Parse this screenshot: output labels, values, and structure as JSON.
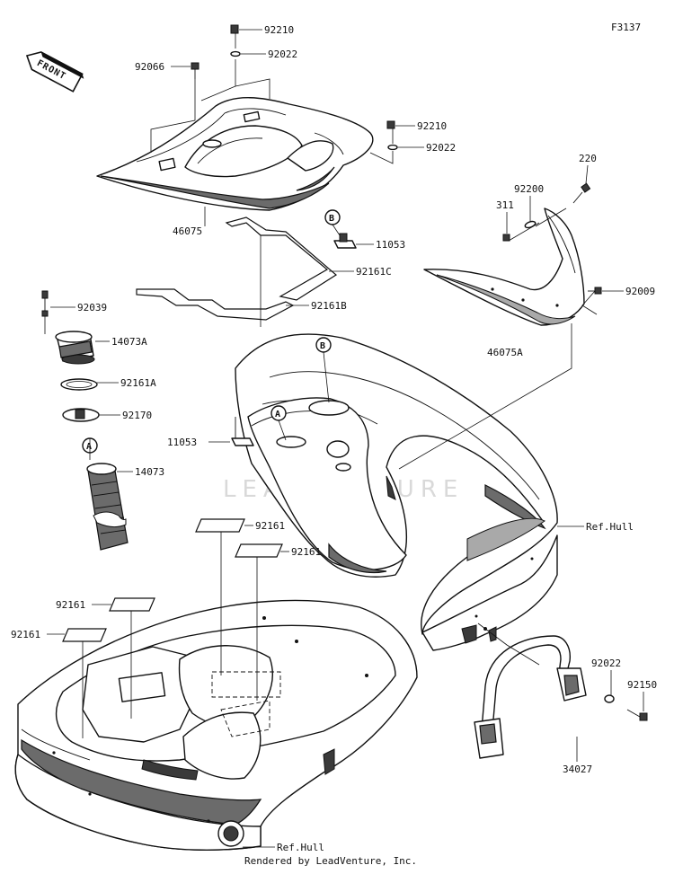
{
  "diagram_code": "F3137",
  "front_label": "FRONT",
  "watermark": "LEADVENTURE",
  "footer": "Rendered by LeadVenture, Inc.",
  "callouts": [
    "A",
    "B"
  ],
  "parts": [
    {
      "id": "p-92210-top",
      "number": "92210"
    },
    {
      "id": "p-92022-top",
      "number": "92022"
    },
    {
      "id": "p-92066",
      "number": "92066"
    },
    {
      "id": "p-92210-mid",
      "number": "92210"
    },
    {
      "id": "p-92022-mid",
      "number": "92022"
    },
    {
      "id": "p-46075",
      "number": "46075"
    },
    {
      "id": "p-11053-top",
      "number": "11053"
    },
    {
      "id": "p-92161C",
      "number": "92161C"
    },
    {
      "id": "p-92161B",
      "number": "92161B"
    },
    {
      "id": "p-220",
      "number": "220"
    },
    {
      "id": "p-92200",
      "number": "92200"
    },
    {
      "id": "p-311",
      "number": "311"
    },
    {
      "id": "p-92009",
      "number": "92009"
    },
    {
      "id": "p-46075A",
      "number": "46075A"
    },
    {
      "id": "p-92039",
      "number": "92039"
    },
    {
      "id": "p-14073A",
      "number": "14073A"
    },
    {
      "id": "p-92161A",
      "number": "92161A"
    },
    {
      "id": "p-92170",
      "number": "92170"
    },
    {
      "id": "p-14073",
      "number": "14073"
    },
    {
      "id": "p-11053-mid",
      "number": "11053"
    },
    {
      "id": "p-refhull-right",
      "number": "Ref.Hull"
    },
    {
      "id": "p-92161-a",
      "number": "92161"
    },
    {
      "id": "p-92161-b",
      "number": "92161"
    },
    {
      "id": "p-92161-c",
      "number": "92161"
    },
    {
      "id": "p-92161-d",
      "number": "92161"
    },
    {
      "id": "p-92022-low",
      "number": "92022"
    },
    {
      "id": "p-92150",
      "number": "92150"
    },
    {
      "id": "p-34027",
      "number": "34027"
    },
    {
      "id": "p-refhull-bottom",
      "number": "Ref.Hull"
    }
  ]
}
